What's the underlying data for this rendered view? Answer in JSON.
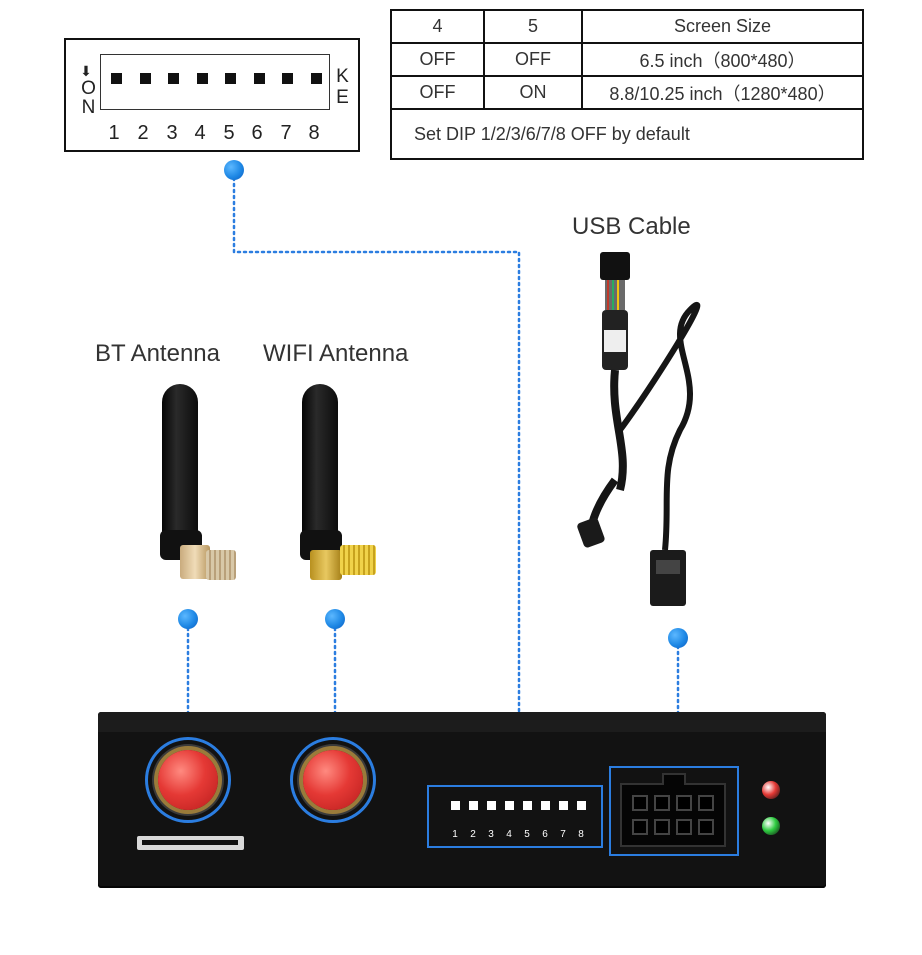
{
  "dip_legend": {
    "on_label": "ON",
    "ke_label": "KE",
    "switch_numbers": [
      "1",
      "2",
      "3",
      "4",
      "5",
      "6",
      "7",
      "8"
    ]
  },
  "dip_table": {
    "header": [
      "4",
      "5",
      "Screen Size"
    ],
    "rows": [
      [
        "OFF",
        "OFF",
        "6.5 inch（800*480）"
      ],
      [
        "OFF",
        "ON",
        "8.8/10.25 inch（1280*480）"
      ]
    ],
    "note": "Set DIP 1/2/3/6/7/8 OFF by default"
  },
  "labels": {
    "usb_cable": "USB Cable",
    "bt_antenna": "BT Antenna",
    "wifi_antenna": "WIFI Antenna"
  },
  "device": {
    "dip_numbers": [
      "1",
      "2",
      "3",
      "4",
      "5",
      "6",
      "7",
      "8"
    ],
    "led_colors": [
      "#e53935",
      "#2ecc40"
    ]
  },
  "colors": {
    "accent_blue": "#2b7de0",
    "knob_red": "#e53935"
  }
}
